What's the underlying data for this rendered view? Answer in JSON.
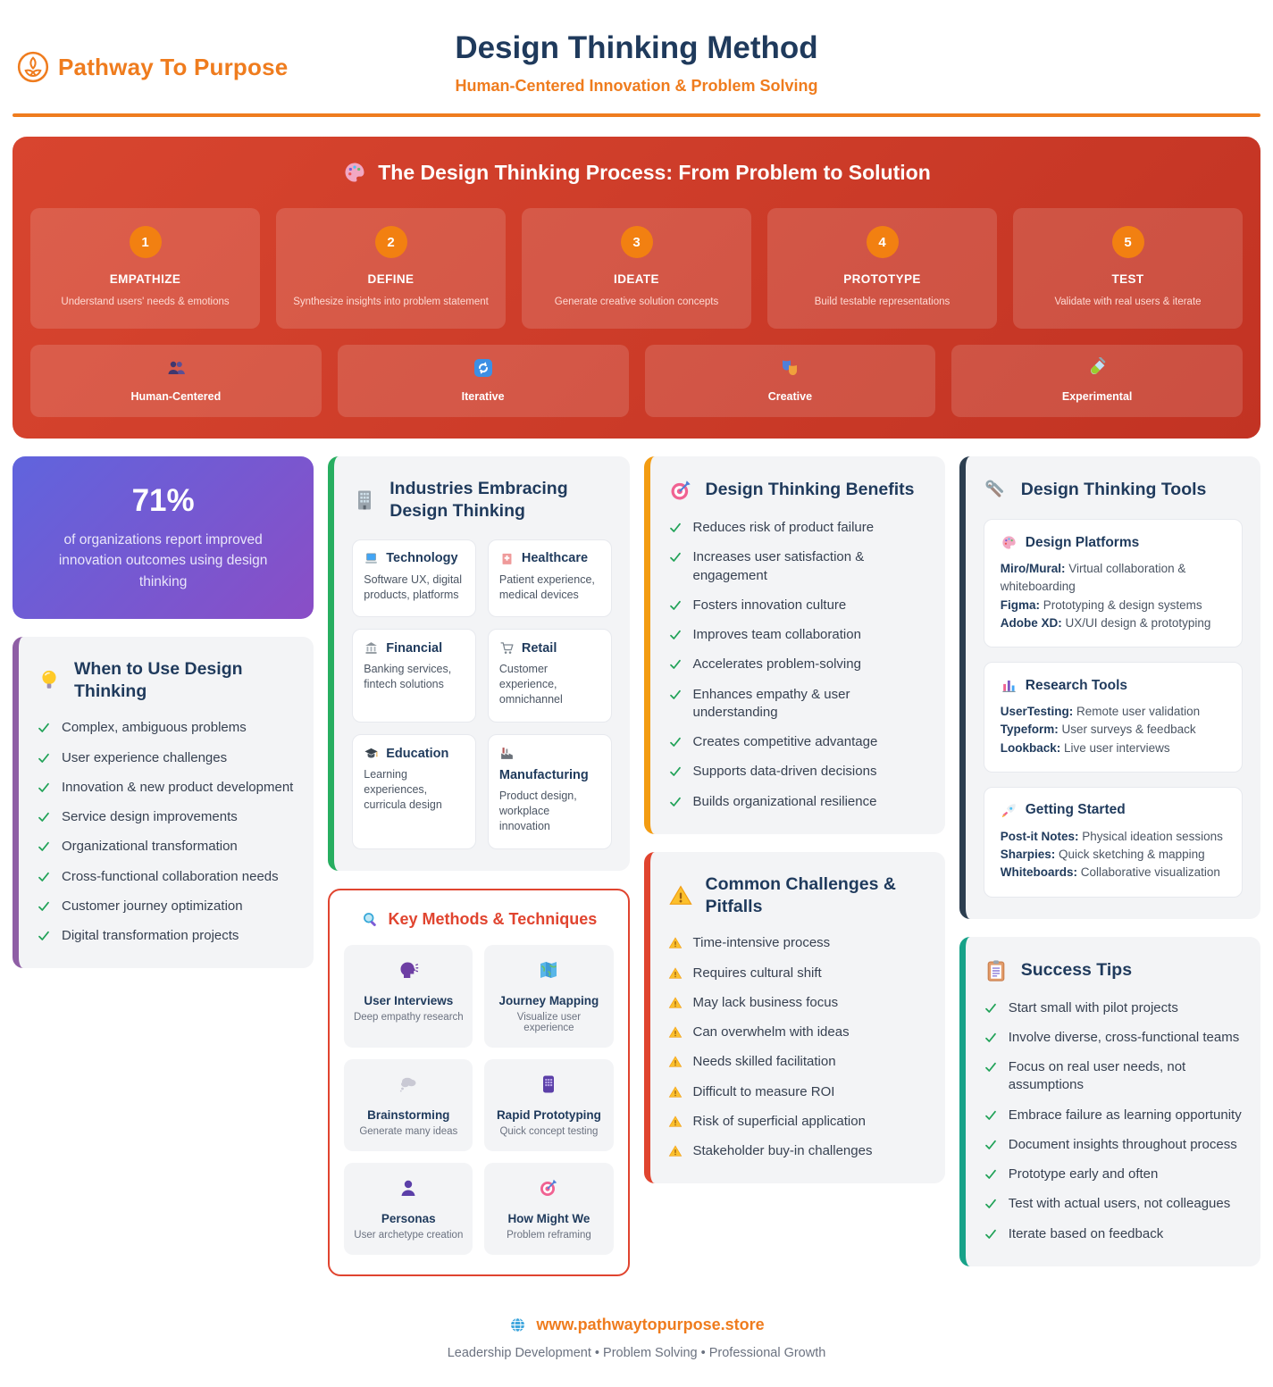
{
  "header": {
    "brand": "Pathway To Purpose",
    "title": "Design Thinking Method",
    "subtitle": "Human-Centered Innovation & Problem Solving"
  },
  "process": {
    "title": "The Design Thinking Process: From Problem to Solution",
    "icon": "palette-icon",
    "steps": [
      {
        "num": "1",
        "name": "EMPATHIZE",
        "desc": "Understand users' needs & emotions"
      },
      {
        "num": "2",
        "name": "DEFINE",
        "desc": "Synthesize insights into problem statement"
      },
      {
        "num": "3",
        "name": "IDEATE",
        "desc": "Generate creative solution concepts"
      },
      {
        "num": "4",
        "name": "PROTOTYPE",
        "desc": "Build testable representations"
      },
      {
        "num": "5",
        "name": "TEST",
        "desc": "Validate with real users & iterate"
      }
    ],
    "traits": [
      {
        "icon": "people-icon",
        "label": "Human-Centered"
      },
      {
        "icon": "iterate-icon",
        "label": "Iterative"
      },
      {
        "icon": "masks-icon",
        "label": "Creative"
      },
      {
        "icon": "test-tube-icon",
        "label": "Experimental"
      }
    ]
  },
  "stat": {
    "value": "71%",
    "desc": "of organizations report improved innovation outcomes using design thinking"
  },
  "when_to_use": {
    "title": "When to Use Design Thinking",
    "icon": "bulb-icon",
    "accent": "accent_purple",
    "items": [
      "Complex, ambiguous problems",
      "User experience challenges",
      "Innovation & new product development",
      "Service design improvements",
      "Organizational transformation",
      "Cross-functional collaboration needs",
      "Customer journey optimization",
      "Digital transformation projects"
    ]
  },
  "industries": {
    "title": "Industries Embracing Design Thinking",
    "icon": "building-icon",
    "accent": "accent_green",
    "cards": [
      {
        "icon": "laptop-icon",
        "name": "Technology",
        "desc": "Software UX, digital products, platforms"
      },
      {
        "icon": "hospital-icon",
        "name": "Healthcare",
        "desc": "Patient experience, medical devices"
      },
      {
        "icon": "bank-icon",
        "name": "Financial",
        "desc": "Banking services, fintech solutions"
      },
      {
        "icon": "cart-icon",
        "name": "Retail",
        "desc": "Customer experience, omnichannel"
      },
      {
        "icon": "grad-cap-icon",
        "name": "Education",
        "desc": "Learning experiences, curricula design"
      },
      {
        "icon": "factory-icon",
        "name": "Manufacturing",
        "desc": "Product design, workplace innovation"
      }
    ]
  },
  "methods": {
    "title": "Key Methods & Techniques",
    "icon": "magnifier-icon",
    "accent": "accent_red",
    "cards": [
      {
        "icon": "speaking-head-icon",
        "name": "User Interviews",
        "desc": "Deep empathy research"
      },
      {
        "icon": "map-icon",
        "name": "Journey Mapping",
        "desc": "Visualize user experience"
      },
      {
        "icon": "thought-cloud-icon",
        "name": "Brainstorming",
        "desc": "Generate many ideas"
      },
      {
        "icon": "phone-icon",
        "name": "Rapid Prototyping",
        "desc": "Quick concept testing"
      },
      {
        "icon": "person-icon",
        "name": "Personas",
        "desc": "User archetype creation"
      },
      {
        "icon": "dart-icon",
        "name": "How Might We",
        "desc": "Problem reframing"
      }
    ]
  },
  "benefits": {
    "title": "Design Thinking Benefits",
    "icon": "dart-icon",
    "accent": "accent_orange",
    "items": [
      "Reduces risk of product failure",
      "Increases user satisfaction & engagement",
      "Fosters innovation culture",
      "Improves team collaboration",
      "Accelerates problem-solving",
      "Enhances empathy & user understanding",
      "Creates competitive advantage",
      "Supports data-driven decisions",
      "Builds organizational resilience"
    ]
  },
  "challenges": {
    "title": "Common Challenges & Pitfalls",
    "icon": "warning-icon",
    "accent": "accent_red",
    "items": [
      "Time-intensive process",
      "Requires cultural shift",
      "May lack business focus",
      "Can overwhelm with ideas",
      "Needs skilled facilitation",
      "Difficult to measure ROI",
      "Risk of superficial application",
      "Stakeholder buy-in challenges"
    ]
  },
  "tools": {
    "title": "Design Thinking Tools",
    "icon": "tools-icon",
    "accent": "accent_navy",
    "groups": [
      {
        "icon": "palette-icon",
        "name": "Design Platforms",
        "entries": [
          {
            "label": "Miro/Mural:",
            "text": "Virtual collaboration & whiteboarding"
          },
          {
            "label": "Figma:",
            "text": "Prototyping & design systems"
          },
          {
            "label": "Adobe XD:",
            "text": "UX/UI design & prototyping"
          }
        ]
      },
      {
        "icon": "chart-icon",
        "name": "Research Tools",
        "entries": [
          {
            "label": "UserTesting:",
            "text": "Remote user validation"
          },
          {
            "label": "Typeform:",
            "text": "User surveys & feedback"
          },
          {
            "label": "Lookback:",
            "text": "Live user interviews"
          }
        ]
      },
      {
        "icon": "rocket-icon",
        "name": "Getting Started",
        "entries": [
          {
            "label": "Post-it Notes:",
            "text": "Physical ideation sessions"
          },
          {
            "label": "Sharpies:",
            "text": "Quick sketching & mapping"
          },
          {
            "label": "Whiteboards:",
            "text": "Collaborative visualization"
          }
        ]
      }
    ]
  },
  "tips": {
    "title": "Success Tips",
    "icon": "clipboard-icon",
    "accent": "accent_teal",
    "items": [
      "Start small with pilot projects",
      "Involve diverse, cross-functional teams",
      "Focus on real user needs, not assumptions",
      "Embrace failure as learning opportunity",
      "Document insights throughout process",
      "Prototype early and often",
      "Test with actual users, not colleagues",
      "Iterate based on feedback"
    ]
  },
  "footer": {
    "website": "www.pathwaytopurpose.store",
    "tagline": "Leadership Development • Problem Solving • Professional Growth"
  },
  "colors": {
    "brand_orange": "#ef7c1e",
    "title_navy": "#1f3a5c",
    "banner_red_1": "#d8452f",
    "banner_red_2": "#c23323",
    "step_circle_orange": "#f28011",
    "stat_purple_1": "#6064dd",
    "stat_purple_2": "#8a4ec6",
    "accent_purple": "#8e5ea5",
    "accent_green": "#27ae60",
    "accent_orange": "#f39c12",
    "accent_red": "#e0442f",
    "accent_navy": "#2c3e50",
    "accent_teal": "#17a289",
    "check_green": "#21a258",
    "warning_yellow": "#f5b52e",
    "panel_bg": "#f3f4f6",
    "text_gray": "#374151"
  },
  "icons": {
    "logo-icon": "◎",
    "palette-icon": "🎨",
    "people-icon": "👥",
    "iterate-icon": "🔄",
    "masks-icon": "🎭",
    "test-tube-icon": "🧪",
    "bulb-icon": "💡",
    "building-icon": "🏢",
    "laptop-icon": "💻",
    "hospital-icon": "🏥",
    "bank-icon": "🏦",
    "cart-icon": "🛒",
    "grad-cap-icon": "🎓",
    "factory-icon": "🏭",
    "magnifier-icon": "🔍",
    "speaking-head-icon": "🗣",
    "map-icon": "🗺",
    "thought-cloud-icon": "💭",
    "phone-icon": "📱",
    "person-icon": "👤",
    "dart-icon": "🎯",
    "warning-icon": "⚠",
    "tools-icon": "🛠",
    "chart-icon": "📊",
    "rocket-icon": "🚀",
    "clipboard-icon": "📋",
    "globe-icon": "🌐",
    "check-icon": "✓"
  }
}
